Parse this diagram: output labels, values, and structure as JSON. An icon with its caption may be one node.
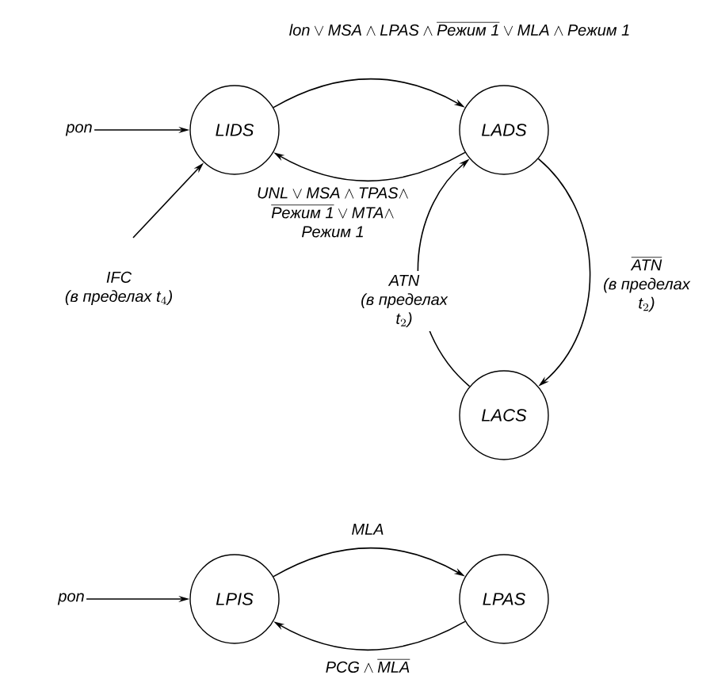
{
  "diagram": {
    "nodes": [
      {
        "text": [
          "pon"
        ]
      },
      {
        "text": [
          "LIDS"
        ]
      },
      {
        "text": [
          "LADS"
        ]
      },
      {
        "text": [
          "LACS"
        ]
      },
      {
        "text": [
          "pon"
        ]
      },
      {
        "text": [
          "LPIS"
        ]
      },
      {
        "text": [
          "LPAS"
        ]
      }
    ],
    "edges": [
      {
        "from": 0,
        "to": 1,
        "arrow": "to"
      },
      {
        "from": null,
        "to": 1,
        "arrow": "to",
        "label": "\\begin{array}{c}\\mbox{IFC}\\\\ \\mbox{(в пределах }\\mbox{t}_{4}\\mbox{)}\\end{array}"
      },
      {
        "from": 1,
        "to": 2,
        "arrow": "to",
        "label": "\\mbox{lon}\\vee\\mbox{MSA}\\wedge\\mbox{LPAS}\\wedge\\overline{\\mbox{Режим 1}}\\vee\\mbox{MLA}\\wedge\\mbox{Режим 1}"
      },
      {
        "from": 2,
        "to": 1,
        "arrow": "to",
        "label": "\\begin{array}{c}\\mbox{UNL}\\vee\\mbox{MSA}\\wedge\\mbox{TPAS}\\wedge\\\\ \\overline{\\mbox{Режим 1}}\\vee\\mbox{MTA}\\wedge\\\\ \\mbox{Режим 1}\\end{array}"
      },
      {
        "from": 3,
        "to": 2,
        "arrow": "to",
        "label": "\\begin{array}{c}\\mbox{ATN}\\\\ \\mbox{(в пределах}\\\\ \\mbox{t}_{2}\\mbox{)}\\end{array}"
      },
      {
        "from": 2,
        "to": 3,
        "arrow": "to",
        "label": "\\begin{array}{c}\\overline{\\mbox{ATN}}\\\\ \\mbox{(в пределах}\\\\ \\mbox{t}_{2}\\mbox{)}\\end{array}"
      },
      {
        "from": 4,
        "to": 5,
        "arrow": "to"
      },
      {
        "from": 5,
        "to": 6,
        "arrow": "to",
        "label": "\\mbox{MLA}"
      },
      {
        "from": 6,
        "to": 5,
        "arrow": "to",
        "label": "\\mbox{PCG}\\wedge\\overline{\\mbox{MLA}}"
      }
    ]
  }
}
